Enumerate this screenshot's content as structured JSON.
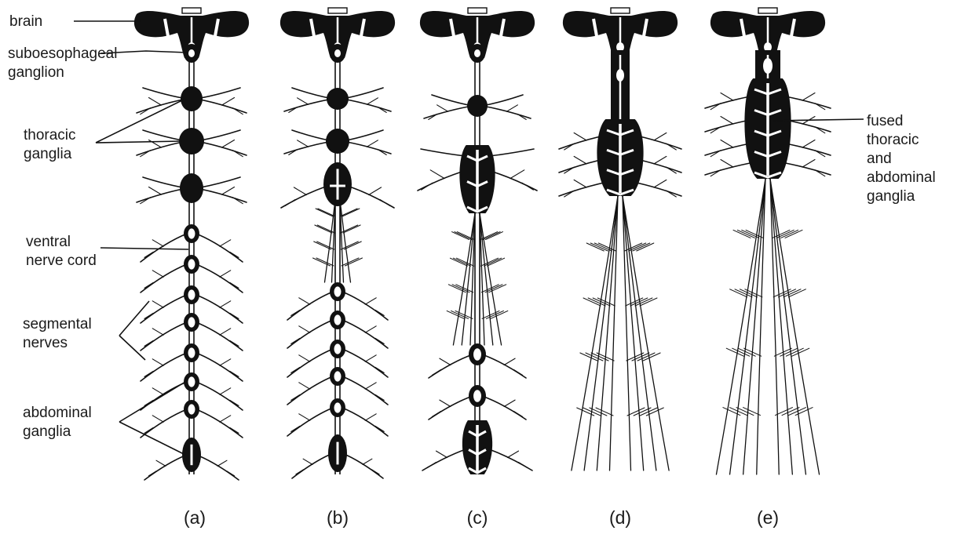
{
  "colors": {
    "ink": "#111111",
    "background": "#ffffff",
    "highlight": "#ffffff"
  },
  "labels": {
    "brain": "brain",
    "suboesophageal_1": "suboesophageal",
    "suboesophageal_2": "ganglion",
    "thoracic_1": "thoracic",
    "thoracic_2": "ganglia",
    "ventral_1": "ventral",
    "ventral_2": "nerve cord",
    "segmental_1": "segmental",
    "segmental_2": "nerves",
    "abdominal_1": "abdominal",
    "abdominal_2": "ganglia",
    "fused_1": "fused",
    "fused_2": "thoracic",
    "fused_3": "and",
    "fused_4": "abdominal",
    "fused_5": "ganglia"
  },
  "panels": [
    {
      "label": "(a)"
    },
    {
      "label": "(b)"
    },
    {
      "label": "(c)"
    },
    {
      "label": "(d)"
    },
    {
      "label": "(e)"
    }
  ]
}
